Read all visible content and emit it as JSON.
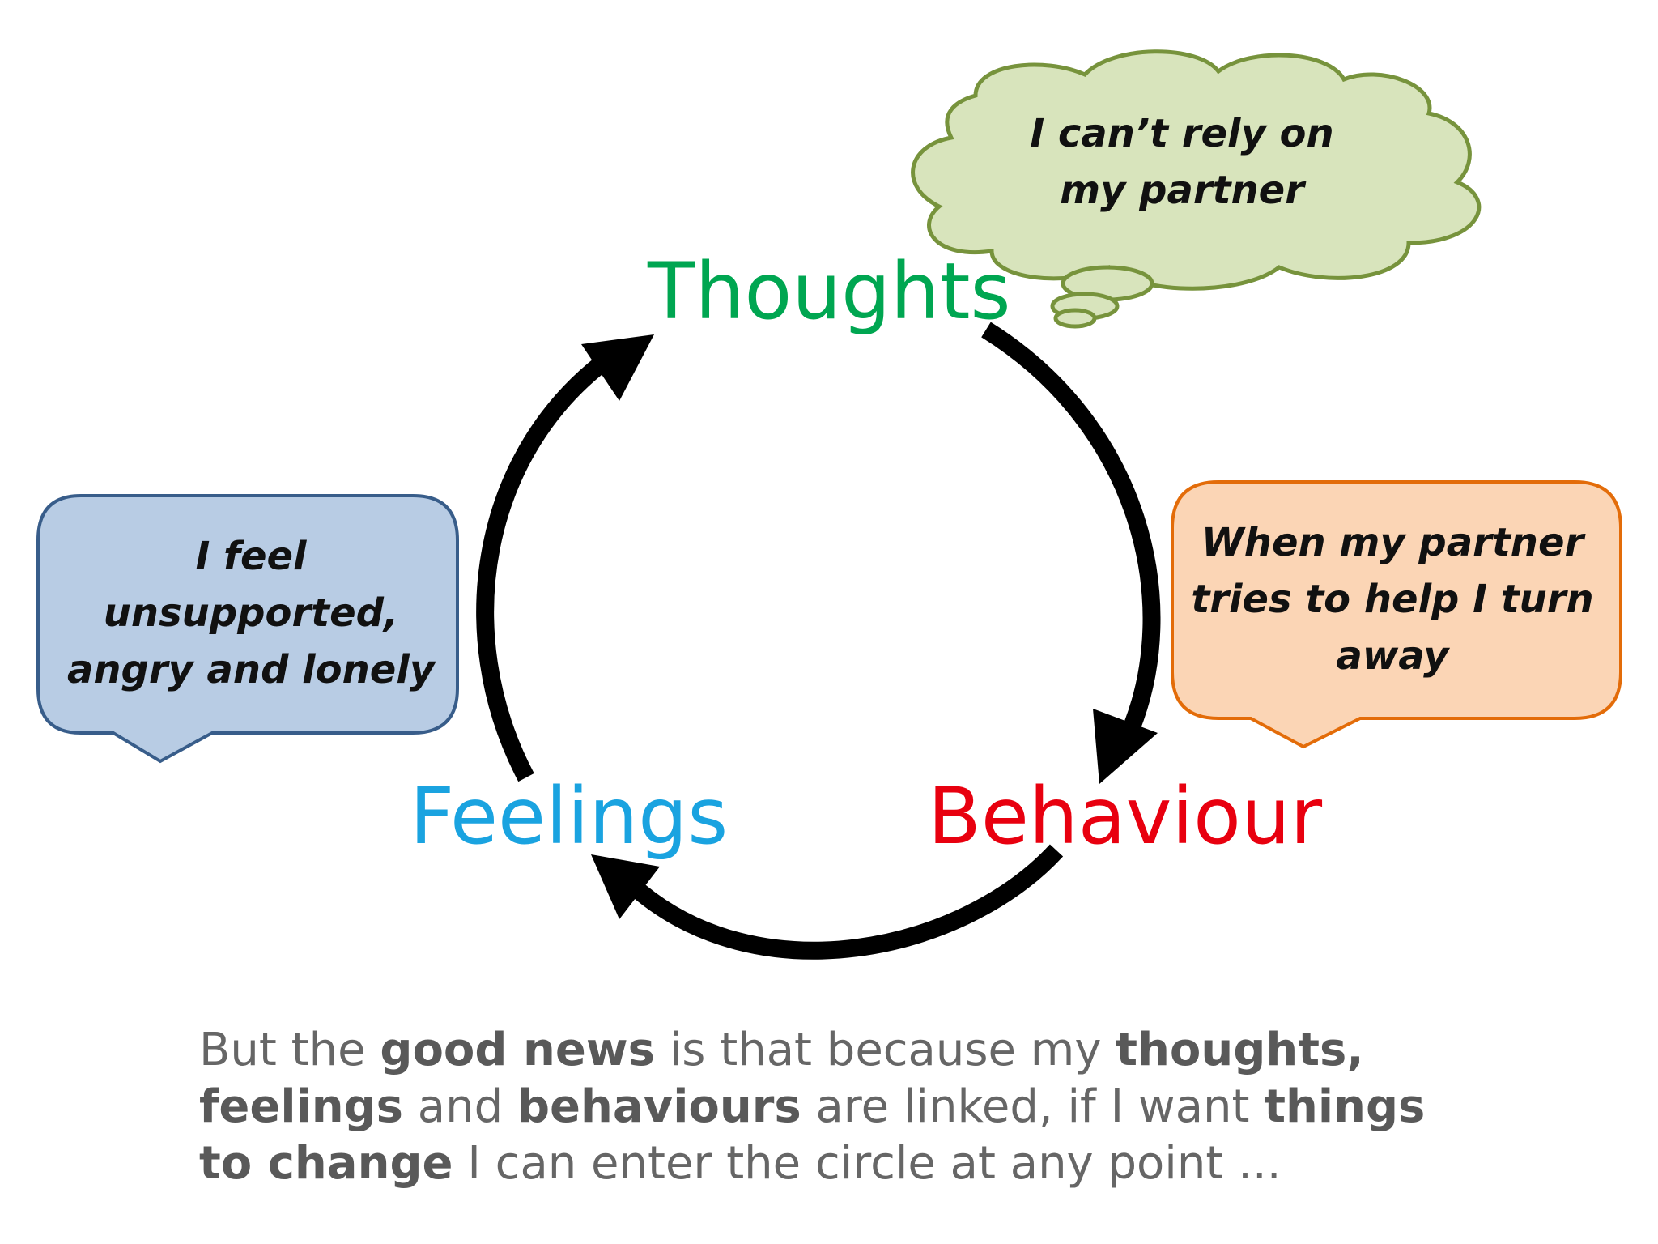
{
  "nodes": {
    "thoughts": "Thoughts",
    "feelings": "Feelings",
    "behaviour": "Behaviour"
  },
  "bubbles": {
    "thought": {
      "line1": "I can’t rely on",
      "line2": "my partner"
    },
    "feeling": {
      "line1": "I feel",
      "line2": "unsupported,",
      "line3": "angry and lonely"
    },
    "behaviour": {
      "line1": "When my partner",
      "line2": "tries to help I turn",
      "line3": "away"
    }
  },
  "footer": {
    "s1": "But the ",
    "b1": "good news",
    "s2": " is that because my ",
    "b2": "thoughts,",
    "b3": "feelings",
    "s3": " and ",
    "b4": "behaviours",
    "s4": "  are linked, if I want ",
    "b5": "things",
    "b6": "to change",
    "s5": "  I can enter the circle at any point ..."
  },
  "colors": {
    "thoughts": "#00a651",
    "feelings": "#1aa3e0",
    "behaviour": "#e8000f",
    "cloud_fill": "#d8e4bc",
    "cloud_stroke": "#77933c",
    "feeling_fill": "#b8cce4",
    "feeling_stroke": "#385d8a",
    "behaviour_fill": "#fbd5b5",
    "behaviour_stroke": "#e36c09",
    "arrow": "#000000",
    "footer_text": "#666666"
  }
}
